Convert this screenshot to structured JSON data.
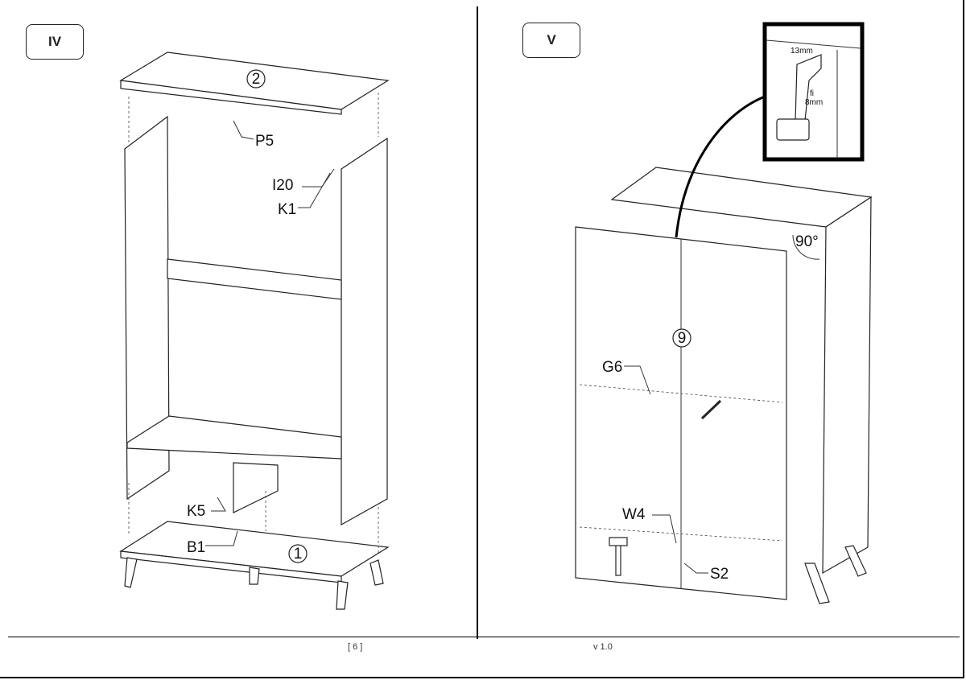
{
  "steps": {
    "left": {
      "label": "IV",
      "parts": {
        "top_panel": "2",
        "bottom_panel": "1"
      },
      "callouts": [
        "P5",
        "I20",
        "K1",
        "K5",
        "B1"
      ]
    },
    "right": {
      "label": "V",
      "parts": {
        "back_panel": "9"
      },
      "callouts": [
        "G6",
        "W4",
        "S2"
      ],
      "angle": "90°",
      "inset": {
        "depth": "13mm",
        "diameter_symbol": "fi",
        "diameter": "8mm"
      }
    }
  },
  "footer": {
    "page": "[ 6 ]",
    "version": "v 1.0"
  }
}
